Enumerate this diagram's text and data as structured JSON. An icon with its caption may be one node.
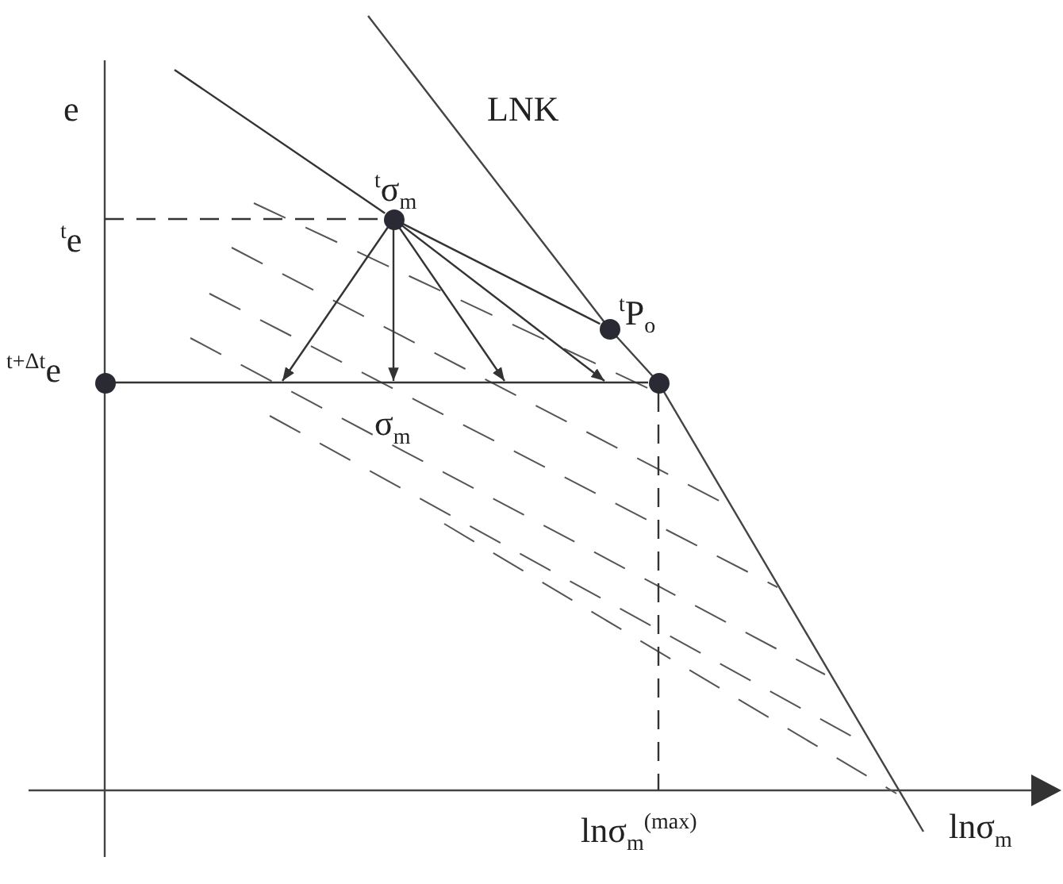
{
  "diagram": {
    "nodes": [
      {
        "text": [],
        "shape": "circle",
        "beside": [
          "$^{t}$σ$_{m}$"
        ]
      },
      {
        "text": [],
        "shape": "circle",
        "beside": [
          "$^{t}$P$_{o}$"
        ]
      },
      {
        "text": [],
        "shape": "circle",
        "beside": [
          "$^{t+Δt}$e"
        ]
      },
      {
        "text": [],
        "shape": "circle"
      }
    ],
    "edges": [
      {
        "from": null,
        "to": 0,
        "arrow": "none"
      },
      {
        "from": 0,
        "to": 1,
        "arrow": "none"
      },
      {
        "from": 2,
        "to": 3,
        "arrow": "none"
      },
      {
        "from": 0,
        "to": null,
        "arrow": "to"
      },
      {
        "from": 0,
        "to": null,
        "arrow": "to"
      },
      {
        "from": 0,
        "to": null,
        "arrow": "to"
      },
      {
        "from": 0,
        "to": null,
        "arrow": "to"
      },
      {
        "from": null,
        "to": 0,
        "arrow": "none",
        "style": "dashed"
      },
      {
        "from": 3,
        "to": null,
        "arrow": "none",
        "style": "dashed"
      }
    ],
    "labels": [
      "e",
      "LNK",
      "$^{t}$e",
      "σ$_{m}$",
      "lnσ$_{m}$$^{(max)}$",
      "lnσ$_{m}$"
    ]
  }
}
